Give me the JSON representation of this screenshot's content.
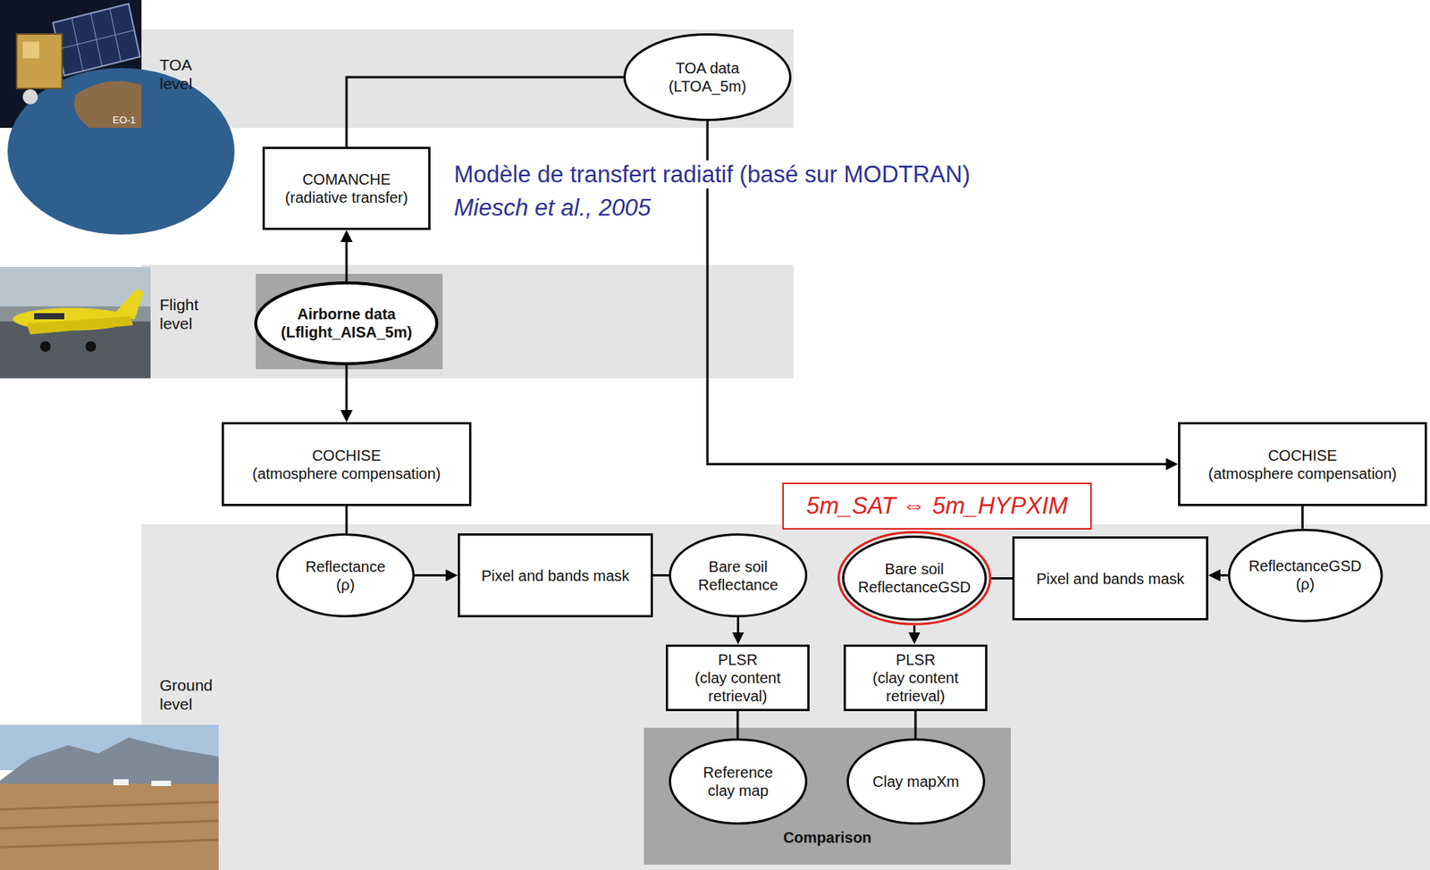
{
  "diagram": {
    "nodes": [
      {
        "text": [
          "TOA level"
        ]
      },
      {
        "text": [
          "TOA data",
          "(LTOA_5m)"
        ],
        "in": 0
      },
      {
        "text": [
          "COMANCHE",
          "(radiative transfer)"
        ]
      },
      {
        "text": [
          "Flight level"
        ]
      },
      {
        "text": [
          "Airborne data",
          "(Lflight_AISA_5m)"
        ],
        "in": 3
      },
      {
        "text": [
          "COCHISE",
          "(atmosphere compensation)"
        ]
      },
      {
        "text": [
          "COCHISE",
          "(atmosphere compensation)"
        ]
      },
      {
        "text": [
          "5m_SAT ⇔ 5m_HYPXIM"
        ]
      },
      {
        "text": [
          "Ground level"
        ]
      },
      {
        "text": [
          "Reflectance",
          "(ρ)"
        ],
        "in": 8
      },
      {
        "text": [
          "Pixel and bands mask"
        ],
        "in": 8
      },
      {
        "text": [
          "Bare soil Reflectance"
        ],
        "in": 8
      },
      {
        "text": [
          "Bare soil ReflectanceGSD"
        ],
        "in": 8
      },
      {
        "text": [
          "Pixel and bands mask"
        ],
        "in": 8
      },
      {
        "text": [
          "ReflectanceGSD",
          "(ρ)"
        ],
        "in": 8
      },
      {
        "text": [
          "PLSR",
          "(clay content retrieval)"
        ],
        "in": 8
      },
      {
        "text": [
          "PLSR",
          "(clay content retrieval)"
        ],
        "in": 8
      },
      {
        "text": [
          "Comparison"
        ],
        "in": 8
      },
      {
        "text": [
          "Reference clay map"
        ],
        "in": 17
      },
      {
        "text": [
          "Clay mapXm"
        ],
        "in": 17
      }
    ],
    "edges": [
      {
        "from": 2,
        "to": 1,
        "arrow": "none"
      },
      {
        "from": 4,
        "to": 2,
        "arrow": "to"
      },
      {
        "from": 4,
        "to": 5,
        "arrow": "to"
      },
      {
        "from": 1,
        "to": 6,
        "arrow": "to"
      },
      {
        "from": 5,
        "to": 9,
        "arrow": "none"
      },
      {
        "from": 9,
        "to": 10,
        "arrow": "to"
      },
      {
        "from": 10,
        "to": 11,
        "arrow": "none"
      },
      {
        "from": 11,
        "to": 15,
        "arrow": "to"
      },
      {
        "from": 15,
        "to": 18,
        "arrow": "none"
      },
      {
        "from": 6,
        "to": 14,
        "arrow": "none"
      },
      {
        "from": 14,
        "to": 13,
        "arrow": "to"
      },
      {
        "from": 13,
        "to": 12,
        "arrow": "none"
      },
      {
        "from": 12,
        "to": 16,
        "arrow": "to"
      },
      {
        "from": 16,
        "to": 19,
        "arrow": "none"
      }
    ],
    "labels": [
      "Modèle de transfert radiatif (basé sur MODTRAN)",
      "Miesch et al., 2005",
      "EO-1"
    ]
  }
}
